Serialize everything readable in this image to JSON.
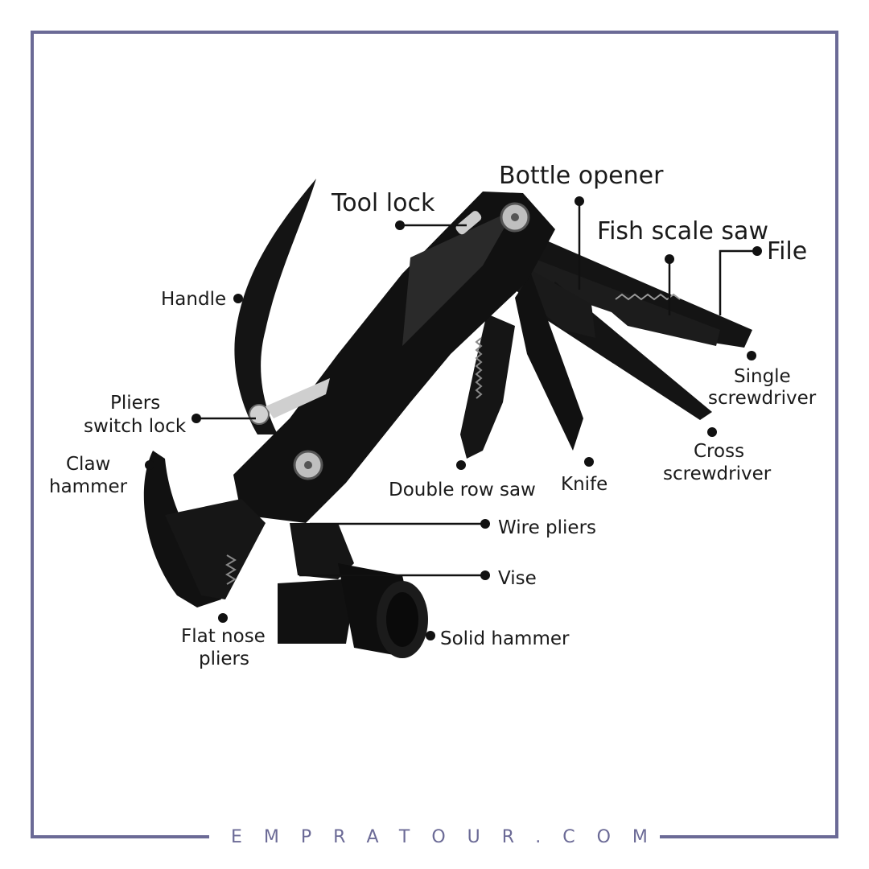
{
  "labels": {
    "bottle_opener": "Bottle opener",
    "tool_lock": "Tool lock",
    "fish_scale_saw": "Fish scale saw",
    "file": "File",
    "handle": "Handle",
    "single_screwdriver_1": "Single",
    "single_screwdriver_2": "screwdriver",
    "pliers_switch_lock_1": "Pliers",
    "pliers_switch_lock_2": "switch lock",
    "cross_screwdriver_1": "Cross",
    "cross_screwdriver_2": "screwdriver",
    "claw_hammer_1": "Claw",
    "claw_hammer_2": "hammer",
    "double_row_saw": "Double row saw",
    "knife": "Knife",
    "wire_pliers": "Wire pliers",
    "vise": "Vise",
    "flat_nose_pliers_1": "Flat nose",
    "flat_nose_pliers_2": "pliers",
    "solid_hammer": "Solid hammer"
  },
  "footer": {
    "site": "EMPRATOUR.COM"
  },
  "colors": {
    "frame": "#6b6a96",
    "tool": "#141414",
    "label": "#1a1a1a"
  }
}
